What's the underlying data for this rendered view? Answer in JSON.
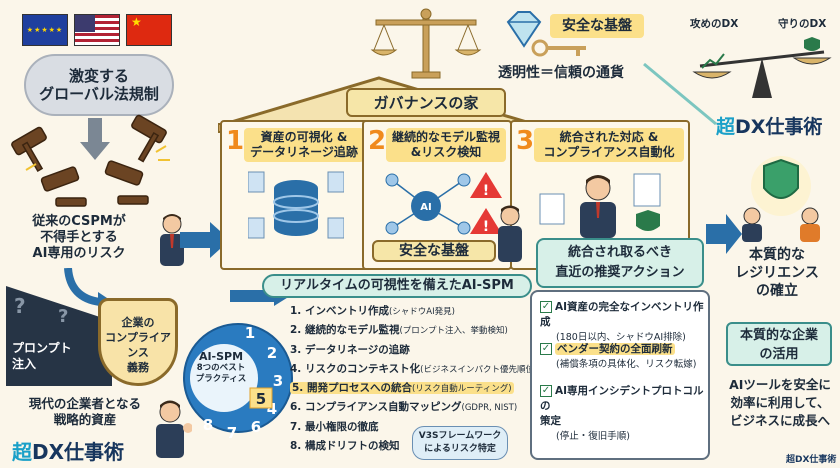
{
  "left": {
    "cloud_text": "激変する\nグローバル法規制",
    "cspm_text": "従来のCSPMが\n不得手とする\nAI専用のリスク",
    "prompt_text": "プロンプト\n注入",
    "shield_text": "企業の\nコンプライアンス\n義務",
    "asset_text": "現代の企業者となる\n戦略的資産",
    "brand_main": "超",
    "brand_rest": "DX仕事術"
  },
  "house": {
    "title": "ガバナンスの家",
    "base": "安全な基盤",
    "pillars": [
      {
        "num": "1",
        "title": "資産の可視化 &\nデータリネージ追跡"
      },
      {
        "num": "2",
        "title": "継続的なモデル監視\n&リスク検知"
      },
      {
        "num": "3",
        "title": "統合された対応 &\nコンプライアンス自動化"
      }
    ]
  },
  "center": {
    "title": "リアルタイムの可視性を備えたAI-SPM",
    "spm_title": "AI-SPM",
    "spm_sub": "8つのベスト\nプラクティス",
    "items": [
      {
        "main": "1. インベントリ作成",
        "note": "(シャドウAI発見)"
      },
      {
        "main": "2. 継続的なモデル監視",
        "note": "(プロンプト注入、挙動検知)"
      },
      {
        "main": "3. データリネージの追跡",
        "note": ""
      },
      {
        "main": "4. リスクのコンテキスト化",
        "note": "(ビジネスインパクト優先順位)"
      },
      {
        "main": "5. 開発プロセスへの統合",
        "note": "(リスク自動ルーティング)"
      },
      {
        "main": "6. コンプライアンス自動マッピング",
        "note": "(GDPR, NIST)"
      },
      {
        "main": "7. 最小権限の徹底",
        "note": ""
      },
      {
        "main": "8. 構成ドリフトの検知",
        "note": ""
      }
    ],
    "v3s": "V3Sフレームワーク\nによるリスク特定",
    "segments": [
      "1",
      "2",
      "3",
      "4",
      "5",
      "6",
      "7",
      "8"
    ]
  },
  "actions": {
    "head": "統合され取るべき\n直近の推奨アクション",
    "items": [
      {
        "main": "AI資産の完全なインベントリ作成",
        "sub": "(180日以内、シャドウAI排除)"
      },
      {
        "main": "ベンダー契約の全面刷新",
        "sub": "(補償条項の具体化、リスク転嫁)"
      },
      {
        "main": "AI専用インシデントプロトコルの\n策定",
        "sub": "(停止・復旧手順)"
      }
    ]
  },
  "right": {
    "safe_banner": "安全な基盤",
    "trust": "透明性＝信頼の通貨",
    "attack_dx": "攻めのDX",
    "defense_dx": "守りのDX",
    "resilience": "本質的な\nレジリエンス\nの確立",
    "use_box": "本質的な企業\nの活用",
    "tool_text": "AIツールを安全に\n効率に利用して、\nビジネスに成長へ",
    "brand_main": "超",
    "brand_rest": "DX仕事術",
    "footer": "超DX仕事術"
  },
  "colors": {
    "teal": "#3a8e8a",
    "gold": "#8a6a2a",
    "orange": "#f08a1c",
    "navy": "#17365e"
  }
}
